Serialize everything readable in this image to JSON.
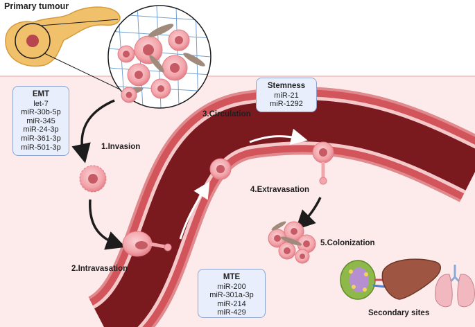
{
  "labels": {
    "primary_tumour": "Primary tumour",
    "step1": "1.Invasion",
    "step2": "2.Intravasation",
    "step3": "3.Circulation",
    "step4": "4.Extravasation",
    "step5": "5.Colonization",
    "secondary_sites": "Secondary sites"
  },
  "emt_box": {
    "title": "EMT",
    "items": [
      "let-7",
      "miR-30b-5p",
      "miR-345",
      "miR-24-3p",
      "miR-361-3p",
      "miR-501-3p"
    ]
  },
  "stemness_box": {
    "title": "Stemness",
    "items": [
      "miR-21",
      "miR-1292"
    ]
  },
  "mte_box": {
    "title": "MTE",
    "items": [
      "miR-200",
      "miR-301a-3p",
      "miR-214",
      "miR-429"
    ]
  },
  "icons": [
    "pancreas-icon",
    "tumour-cell-icon",
    "blood-vessel-icon",
    "lymph-node-icon",
    "liver-icon",
    "lungs-icon"
  ],
  "colors": {
    "tissue_background": "#fdeaea",
    "vessel_wall": "#d2555c",
    "vessel_lumen": "#7a1a1f",
    "tumour_cell": "#f2a5ab",
    "box_fill": "#e8eefb",
    "box_border": "#8da3cf"
  }
}
